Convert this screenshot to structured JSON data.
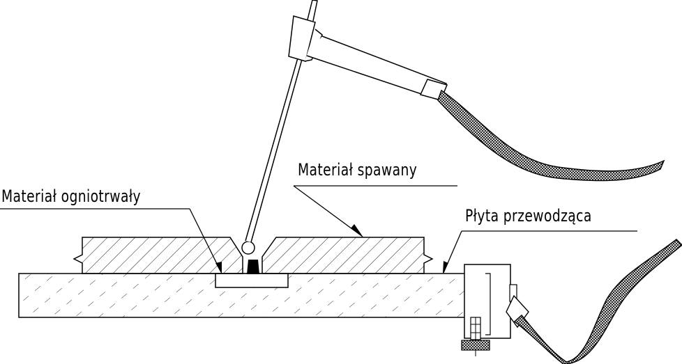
{
  "labels": {
    "refractory_material": "Materiał ogniotrwały",
    "welded_material": "Materiał spawany",
    "conductive_plate": "Płyta przewodząca"
  },
  "colors": {
    "line": "#000000",
    "background": "#ffffff",
    "weld": "#000000"
  }
}
